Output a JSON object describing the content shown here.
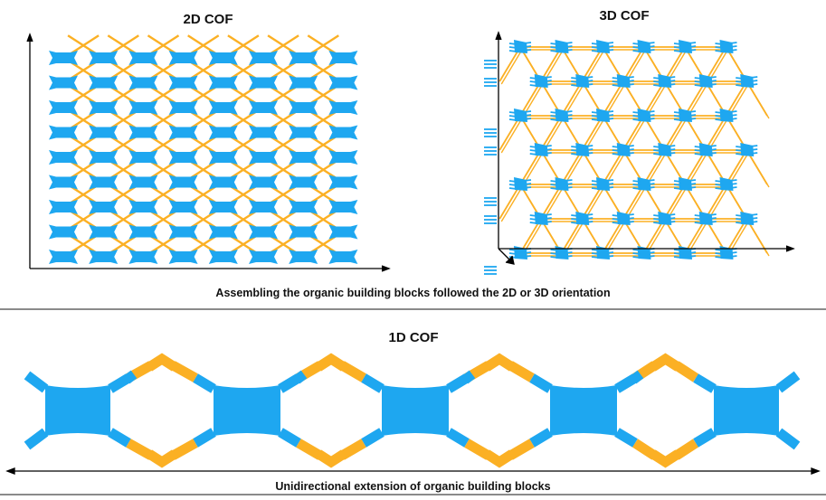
{
  "panels": {
    "cof_2d": {
      "title": "2D COF"
    },
    "cof_3d": {
      "title": "3D COF"
    },
    "cof_1d": {
      "title": "1D COF"
    }
  },
  "captions": {
    "top": "Assembling the organic building blocks followed the 2D or 3D orientation",
    "bottom": "Unidirectional extension of organic building blocks"
  },
  "colors": {
    "node": "#1ea7f0",
    "linker": "#fbb024",
    "axis": "#000000"
  }
}
